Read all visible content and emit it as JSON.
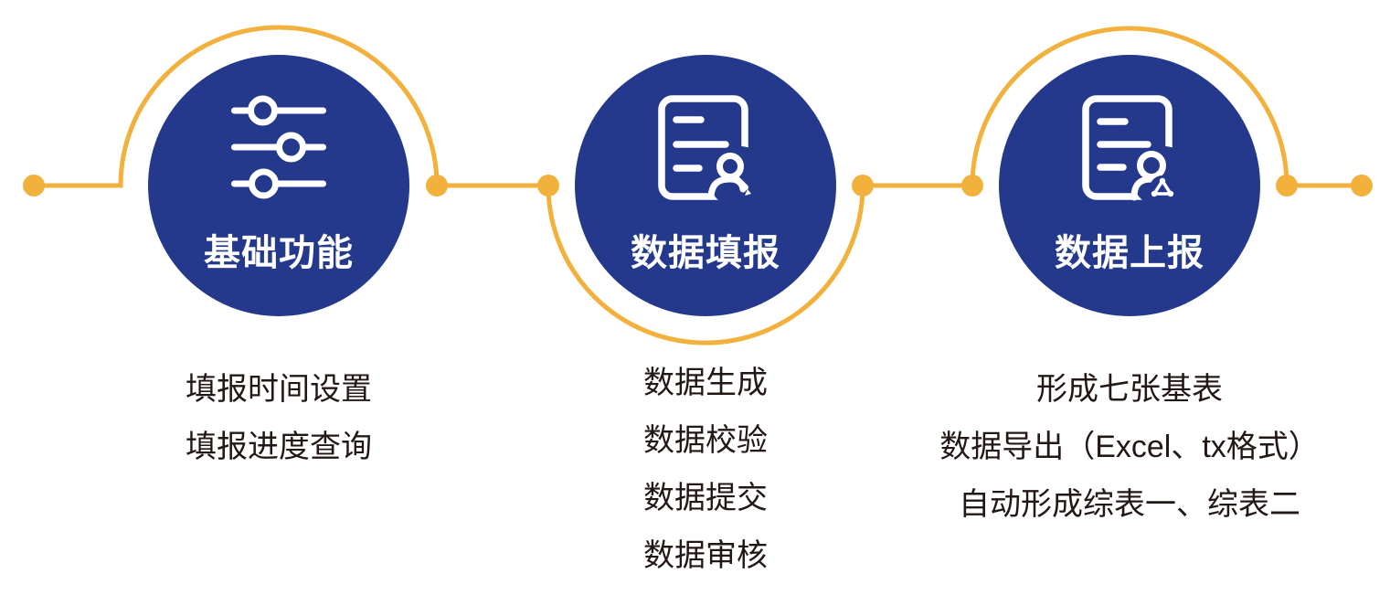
{
  "palette": {
    "circle_blue": "#24388C",
    "line_yellow": "#F2B13C",
    "text_dark": "#231815",
    "label_white": "#FFFFFF"
  },
  "nodes": [
    {
      "label": "基础功能",
      "icon": "sliders-icon",
      "items": [
        "填报时间设置",
        "填报进度查询"
      ]
    },
    {
      "label": "数据填报",
      "icon": "document-edit-icon",
      "items": [
        "数据生成",
        "数据校验",
        "数据提交",
        "数据审核"
      ]
    },
    {
      "label": "数据上报",
      "icon": "document-person-share-icon",
      "items": [
        "形成七张基表",
        "数据导出（Excel、tx格式）",
        "自动形成综表一、综表二"
      ]
    }
  ]
}
